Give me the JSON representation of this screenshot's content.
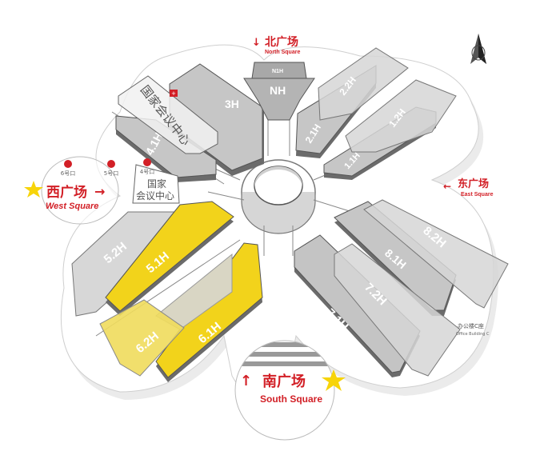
{
  "map": {
    "north_arrow": "north-arrow-icon",
    "squares": {
      "north": {
        "cn": "北广场",
        "en": "North Square",
        "arrow": "↓"
      },
      "east": {
        "cn": "东广场",
        "en": "East Square",
        "arrow": "←"
      },
      "west": {
        "cn": "西广场",
        "en": "West Square",
        "arrow": "→"
      },
      "south": {
        "cn": "南广场",
        "en": "South Square",
        "arrow": "↑"
      }
    },
    "halls": {
      "h3": "3H",
      "h41": "4.1H",
      "n1h": "N1H",
      "nh": "NH",
      "h21": "2.1H",
      "h22": "2.2H",
      "h11": "1.1H",
      "h12": "1.2H",
      "h51": "5.1H",
      "h52": "5.2H",
      "h61": "6.1H",
      "h62": "6.2H",
      "h71": "7.1H",
      "h72": "7.2H",
      "h81": "8.1H",
      "h82": "8.2H"
    },
    "convention_center": {
      "rotated": "国家会议中心",
      "line1": "国家",
      "line2": "会议中心"
    },
    "metro_exits": [
      "6号口",
      "5号口",
      "4号口"
    ],
    "office_building": {
      "cn": "办公楼C座",
      "en": "Office Building C"
    },
    "colors": {
      "highlight": "#f2d31b",
      "hall_gray": "#c9c9c9",
      "accent_red": "#d21f26",
      "star": "#f7d40a"
    }
  }
}
